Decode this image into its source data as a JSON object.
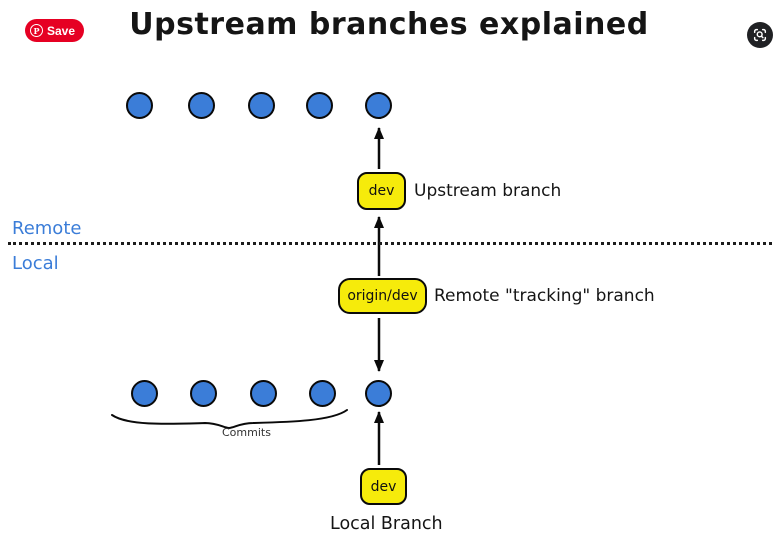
{
  "pinterest_overlay": {
    "save_label": "Save"
  },
  "header": {
    "title": "Upstream branches explained"
  },
  "diagram": {
    "remote_zone_label": "Remote",
    "local_zone_label": "Local",
    "upstream_box_label": "dev",
    "upstream_annotation": "Upstream branch",
    "tracking_box_label": "origin/dev",
    "tracking_annotation": "Remote \"tracking\" branch",
    "local_box_label": "dev",
    "local_annotation": "Local Branch",
    "commits_annotation": "Commits",
    "remote_commit_count": 5,
    "local_commit_count": 5,
    "colors": {
      "commit_fill": "#3B7DD8",
      "branch_box_fill": "#F6EB0B",
      "zone_label_color": "#3B7DD8",
      "pinterest_red": "#E60023"
    }
  }
}
